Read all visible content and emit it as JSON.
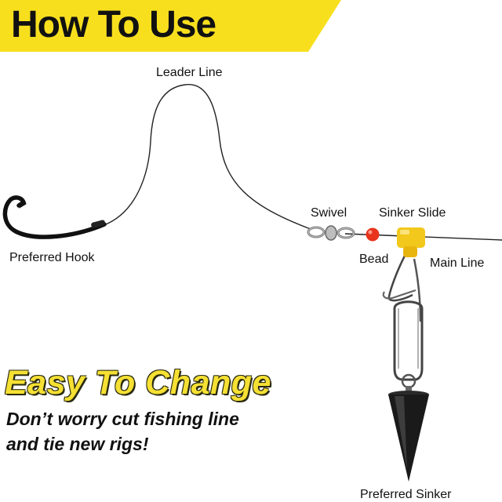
{
  "banner": {
    "title": "How To Use",
    "color": "#f7df1e"
  },
  "labels": {
    "leader_line": "Leader Line",
    "swivel": "Swivel",
    "sinker_slide": "Sinker Slide",
    "preferred_hook": "Preferred Hook",
    "bead": "Bead",
    "main_line": "Main Line",
    "preferred_sinker": "Preferred Sinker"
  },
  "promo": {
    "headline": "Easy To Change",
    "line1": "Don’t worry cut fishing line",
    "line2": "and tie new rigs!"
  },
  "colors": {
    "headline": "#f5e033",
    "bead": "#e8341c",
    "sinker_slide": "#f2c81c",
    "sinker": "#1a1a1a"
  },
  "icons": [
    "fish-hook-icon",
    "swivel-icon",
    "bead-icon",
    "sinker-slide-icon",
    "snap-clip-icon",
    "pyramid-sinker-icon"
  ]
}
